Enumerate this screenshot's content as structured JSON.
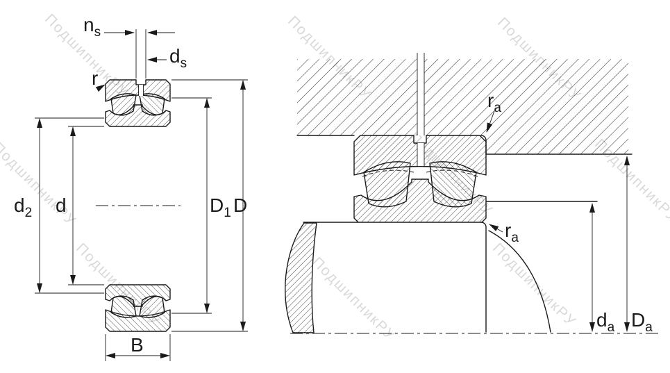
{
  "watermark": {
    "text": "ПодшипникРУ"
  },
  "colors": {
    "line": "#1a1a1a",
    "hatch": "#333333",
    "watermark": "rgba(0,0,0,0.15)"
  },
  "left_view": {
    "dims": {
      "ns": {
        "main": "n",
        "sub": "s"
      },
      "ds": {
        "main": "d",
        "sub": "s"
      },
      "r": {
        "main": "r"
      },
      "d2": {
        "main": "d",
        "sub": "2"
      },
      "d": {
        "main": "d"
      },
      "D1": {
        "main": "D",
        "sub": "1"
      },
      "D": {
        "main": "D"
      },
      "B": {
        "main": "B"
      }
    }
  },
  "right_view": {
    "dims": {
      "ra_top": {
        "main": "r",
        "sub": "a"
      },
      "ra_bottom": {
        "main": "r",
        "sub": "a"
      },
      "da": {
        "main": "d",
        "sub": "a"
      },
      "Da": {
        "main": "D",
        "sub": "a"
      }
    }
  }
}
